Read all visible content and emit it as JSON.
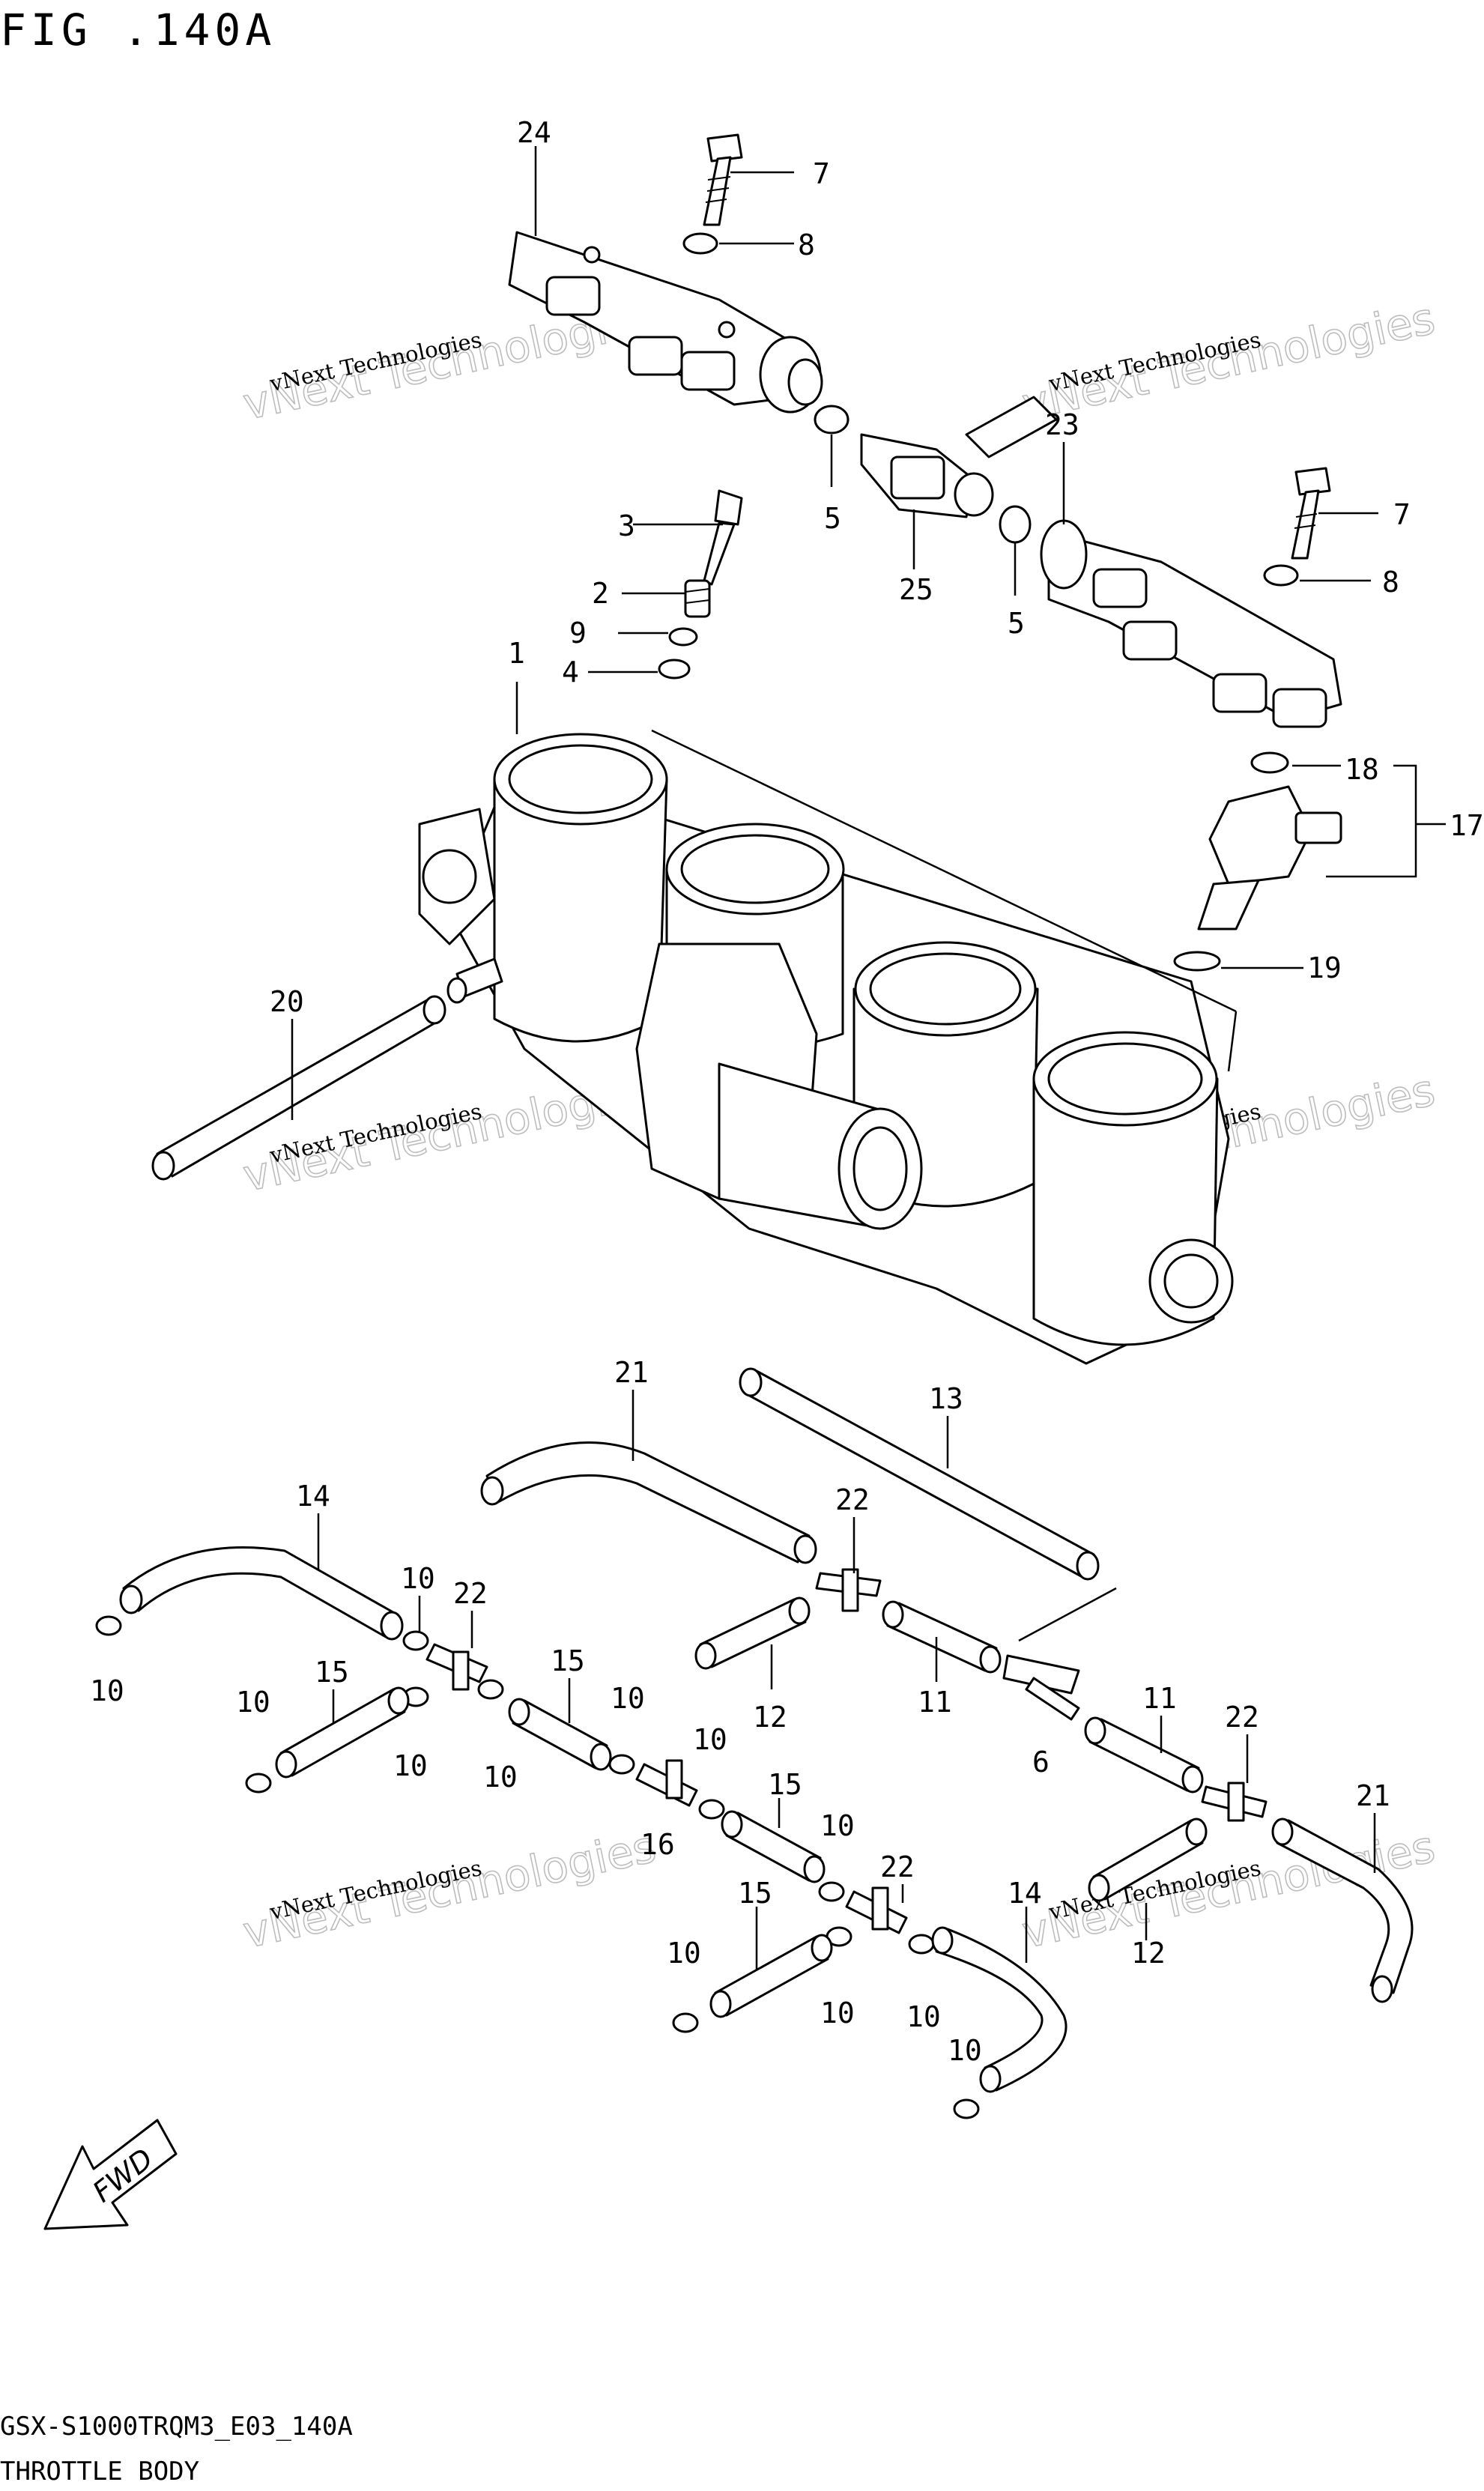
{
  "figure": {
    "title": "FIG .140A",
    "code": "GSX-S1000TRQM3_E03_140A",
    "caption": "THROTTLE BODY",
    "fwd_label": "FWD"
  },
  "watermark": {
    "line1": "vNext Technologies",
    "line2": "vNext Technologies"
  },
  "callouts": [
    "1",
    "2",
    "3",
    "4",
    "5",
    "5",
    "6",
    "7",
    "7",
    "8",
    "8",
    "9",
    "10",
    "10",
    "10",
    "10",
    "10",
    "10",
    "10",
    "10",
    "10",
    "10",
    "10",
    "11",
    "11",
    "12",
    "12",
    "13",
    "14",
    "14",
    "15",
    "15",
    "15",
    "16",
    "17",
    "18",
    "19",
    "20",
    "21",
    "21",
    "22",
    "22",
    "22",
    "22",
    "23",
    "24",
    "25"
  ]
}
